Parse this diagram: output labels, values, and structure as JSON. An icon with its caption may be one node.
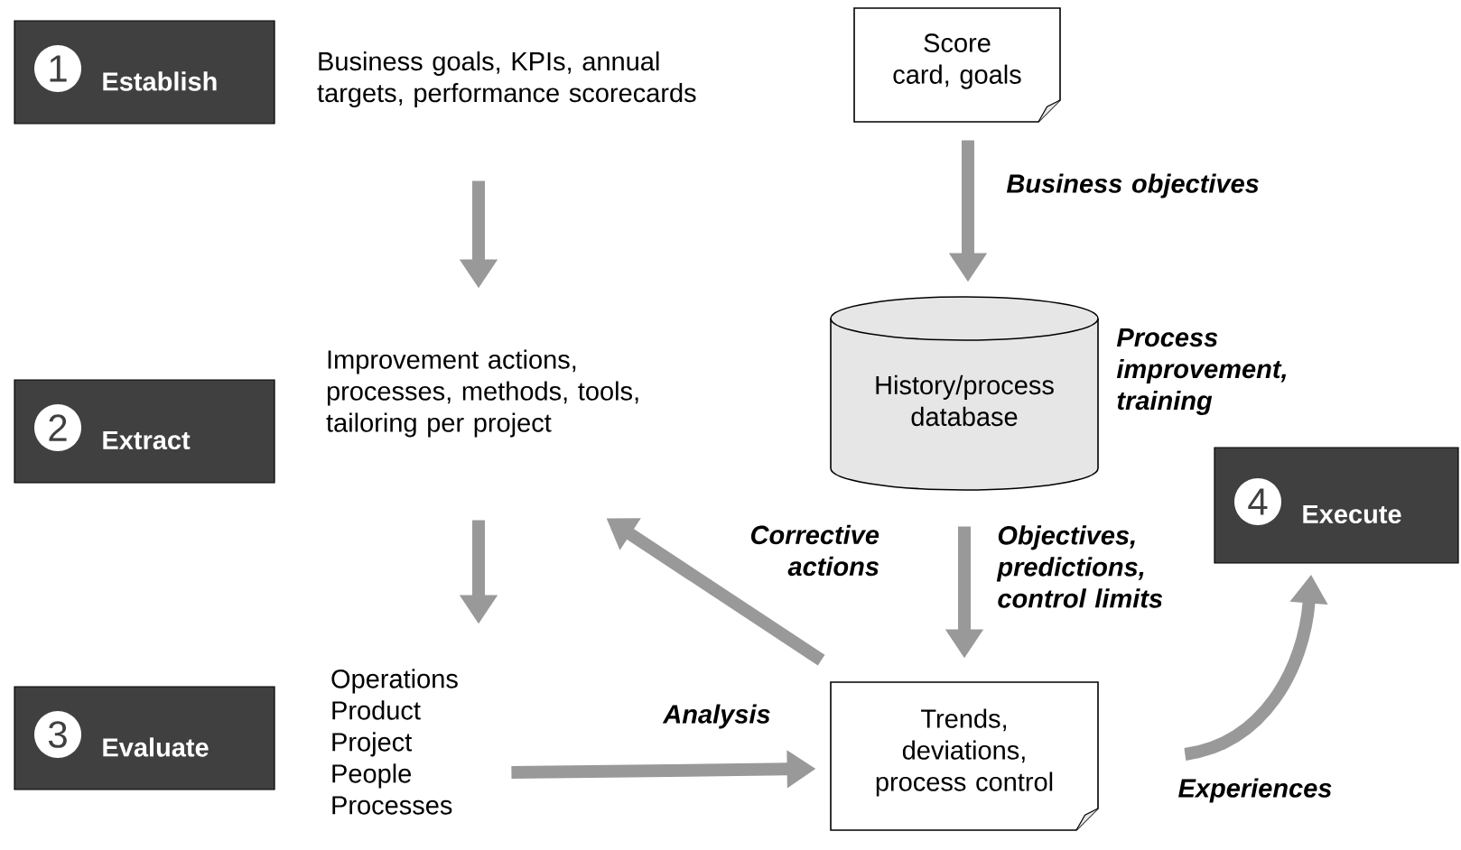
{
  "diagram": {
    "nodes": [
      {
        "text": [
          "1",
          "Establish"
        ]
      },
      {
        "text": [
          "2",
          "Extract"
        ]
      },
      {
        "text": [
          "3",
          "Evaluate"
        ]
      },
      {
        "text": [
          "4",
          "Execute"
        ]
      },
      {
        "text": [
          "Business goals, KPIs, annual targets, performance scorecards"
        ]
      },
      {
        "text": [
          "Improvement actions, processes, methods, tools, tailoring per project"
        ]
      },
      {
        "text": [
          "Operations",
          "Product",
          "Project",
          "People",
          "Processes"
        ]
      },
      {
        "text": [
          "Score card, goals"
        ]
      },
      {
        "text": [
          "History/process database"
        ]
      },
      {
        "text": [
          "Trends, deviations, process control"
        ]
      }
    ],
    "edges": [
      {
        "from": 4,
        "to": 5,
        "arrow": "to"
      },
      {
        "from": 5,
        "to": 6,
        "arrow": "to"
      },
      {
        "from": 7,
        "to": 8,
        "arrow": "to",
        "label": "Business objectives"
      },
      {
        "from": 8,
        "to": 9,
        "arrow": "to",
        "label": "Objectives, predictions, control limits"
      },
      {
        "from": 6,
        "to": 9,
        "arrow": "to",
        "label": "Analysis"
      },
      {
        "from": 9,
        "to": 5,
        "arrow": "to",
        "label": "Corrective actions"
      },
      {
        "from": 9,
        "to": 3,
        "arrow": "to",
        "label": "Experiences"
      }
    ],
    "labels": [
      "Process improvement, training"
    ]
  }
}
